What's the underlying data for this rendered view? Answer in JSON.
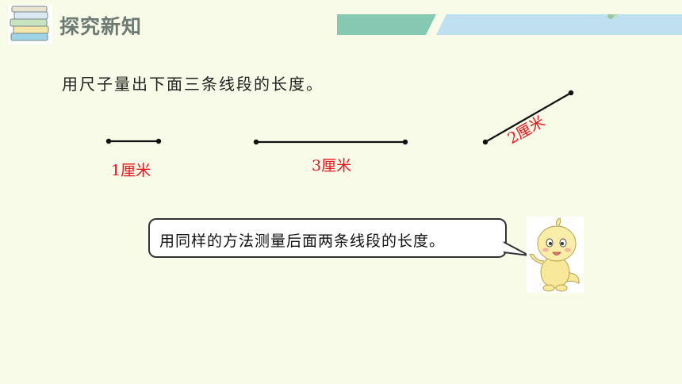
{
  "header": {
    "title": "探究新知",
    "icon": "books-stack-icon",
    "banner_colors": [
      "#86c9b2",
      "#bfe0f1"
    ]
  },
  "instruction": "用尺子量出下面三条线段的长度。",
  "segments": [
    {
      "label": "1厘米",
      "length_cm": 1
    },
    {
      "label": "3厘米",
      "length_cm": 3
    },
    {
      "label": "2厘米",
      "length_cm": 2
    }
  ],
  "speech_bubble": {
    "text": "用同样的方法测量后面两条线段的长度。"
  },
  "mascot": {
    "icon": "mascot-character-icon"
  },
  "colors": {
    "background": "#f7fbe7",
    "label_red": "#e8161b",
    "line": "#111111"
  }
}
